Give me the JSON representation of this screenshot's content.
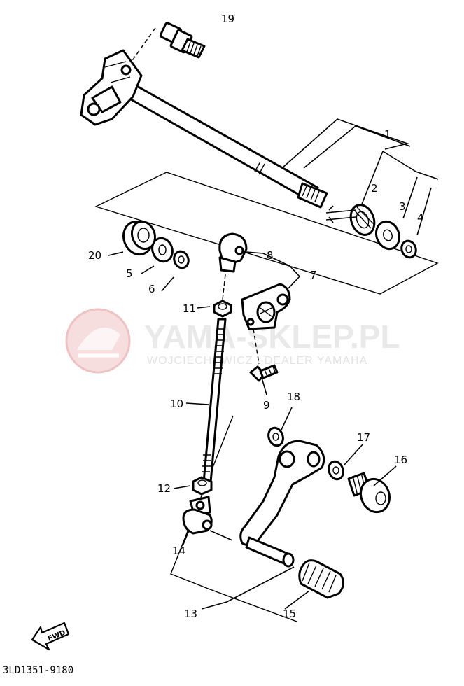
{
  "watermark": {
    "brand": "YAMA-SKLEP.PL",
    "tagline": "WOJCIECHOWICZ | DEALER YAMAHA"
  },
  "callouts": {
    "p1": "1",
    "p2": "2",
    "p3": "3",
    "p4": "4",
    "p5": "5",
    "p6": "6",
    "p7": "7",
    "p8": "8",
    "p9": "9",
    "p10": "10",
    "p11": "11",
    "p12": "12",
    "p13": "13",
    "p14": "14",
    "p15": "15",
    "p16": "16",
    "p17": "17",
    "p18": "18",
    "p19": "19",
    "p20": "20"
  },
  "fwd_label": "FWD",
  "diagram_code": "3LD1351-9180"
}
